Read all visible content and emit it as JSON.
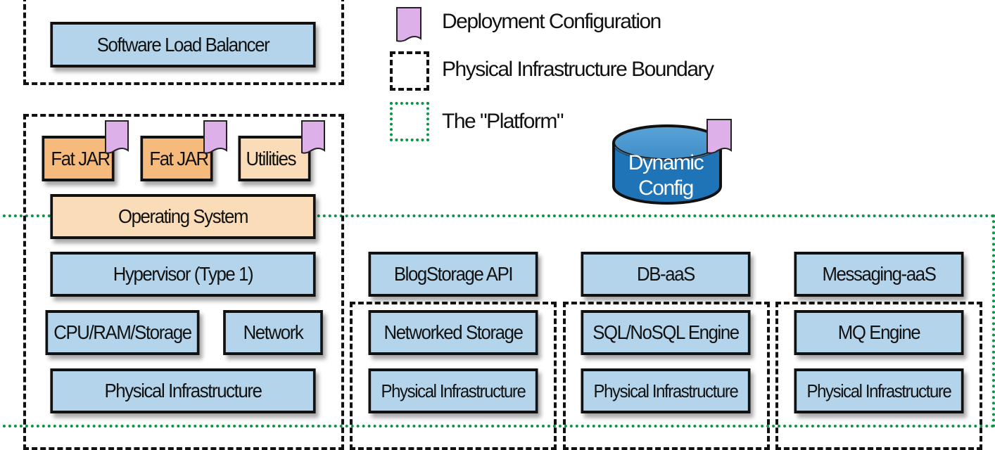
{
  "legend": {
    "deployment_config": "Deployment Configuration",
    "physical_boundary": "Physical Infrastructure Boundary",
    "platform": "The \"Platform\""
  },
  "colors": {
    "blue_box": "#b3d4ea",
    "orange_box": "#f6bb7c",
    "peach_box": "#fbdcb8",
    "config_doc": "#ddb0ea",
    "platform_border": "#0a9444",
    "database": "#1f74b8"
  },
  "load_balancer": {
    "label": "Software Load Balancer"
  },
  "vm_stack": {
    "apps": [
      "Fat JAR",
      "Fat JAR",
      "Utilities"
    ],
    "os": "Operating System",
    "hypervisor": "Hypervisor (Type 1)",
    "compute": "CPU/RAM/Storage",
    "network": "Network",
    "physical": "Physical Infrastructure"
  },
  "dynamic_config": {
    "line1": "Dynamic",
    "line2": "Config"
  },
  "services": [
    {
      "api": "BlogStorage API",
      "engine": "Networked Storage",
      "physical": "Physical Infrastructure"
    },
    {
      "api": "DB-aaS",
      "engine": "SQL/NoSQL Engine",
      "physical": "Physical Infrastructure"
    },
    {
      "api": "Messaging-aaS",
      "engine": "MQ Engine",
      "physical": "Physical Infrastructure"
    }
  ]
}
